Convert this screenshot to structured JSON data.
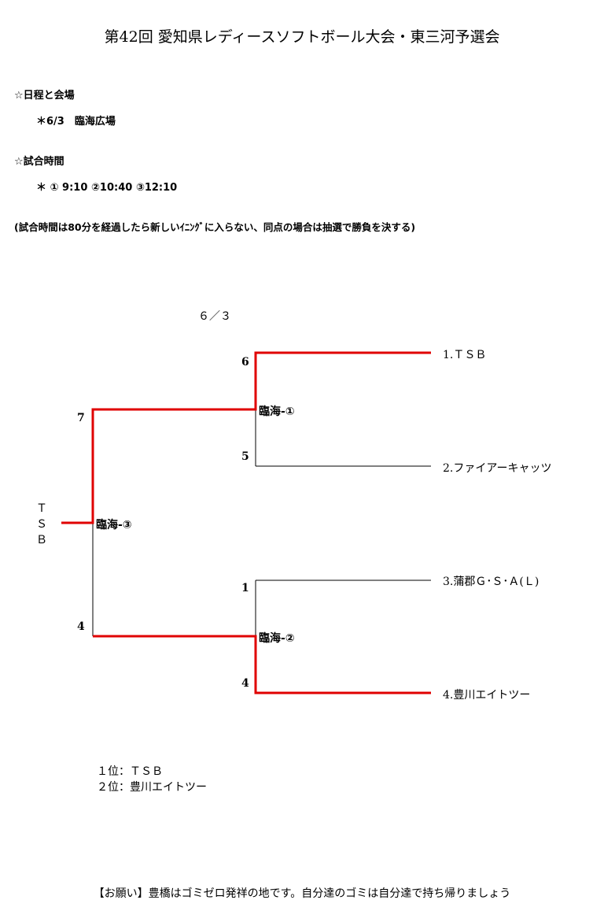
{
  "title": "第42回 愛知県レディースソフトボール大会・東三河予選会",
  "schedule": {
    "heading": "☆日程と会場",
    "detail": "＊6/3　臨海広場"
  },
  "times": {
    "heading": "☆試合時間",
    "detail": "＊ ① 9:10 ②10:40 ③12:10"
  },
  "note": "(試合時間は80分を経過したら新しいｲﾆﾝｸﾞに入らない、同点の場合は抽選で勝負を決する)",
  "bracket": {
    "date": "６／３",
    "teams": [
      "1.ＴＳＢ",
      "2.ファイアーキャッツ",
      "3.蒲郡Ｇ･Ｓ･Ａ(Ｌ)",
      "4.豊川エイトツー"
    ],
    "matches": [
      {
        "label": "臨海-①",
        "score_top": "6",
        "score_bottom": "5"
      },
      {
        "label": "臨海-②",
        "score_top": "1",
        "score_bottom": "4"
      },
      {
        "label": "臨海-③",
        "score_top": "7",
        "score_bottom": "4"
      }
    ],
    "champion": [
      "Ｔ",
      "Ｓ",
      "Ｂ"
    ],
    "win_color": "#e00000"
  },
  "results": [
    "１位：ＴＳＢ",
    "２位：豊川エイトツー"
  ],
  "footer": "【お願い】豊橋はゴミゼロ発祥の地です。自分達のゴミは自分達で持ち帰りましょう"
}
